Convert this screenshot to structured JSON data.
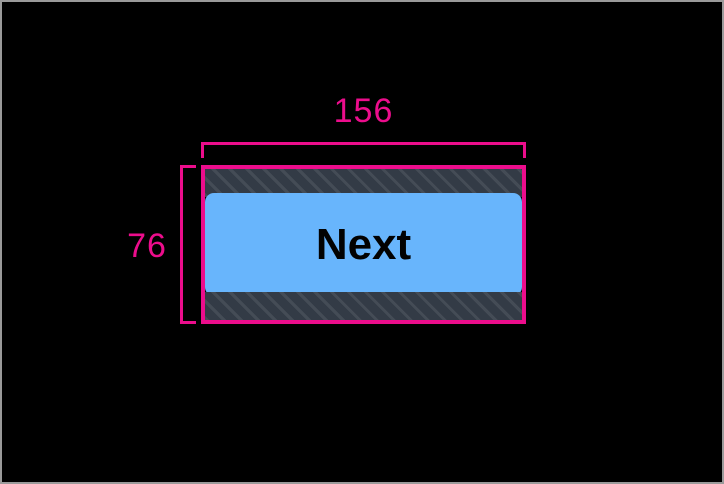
{
  "overlay": {
    "canvas_background": "#000000",
    "accent_color": "#ec0d8c",
    "measurements": {
      "width": {
        "value": "156",
        "label_name": "width-measurement"
      },
      "height": {
        "value": "76",
        "label_name": "height-measurement"
      }
    }
  },
  "element": {
    "type": "button",
    "label": "Next",
    "surface_color": "#68b5fc",
    "text_color": "#020202",
    "padding_band_color": "#333b46",
    "highlight_border_color": "#ec0d8c"
  }
}
